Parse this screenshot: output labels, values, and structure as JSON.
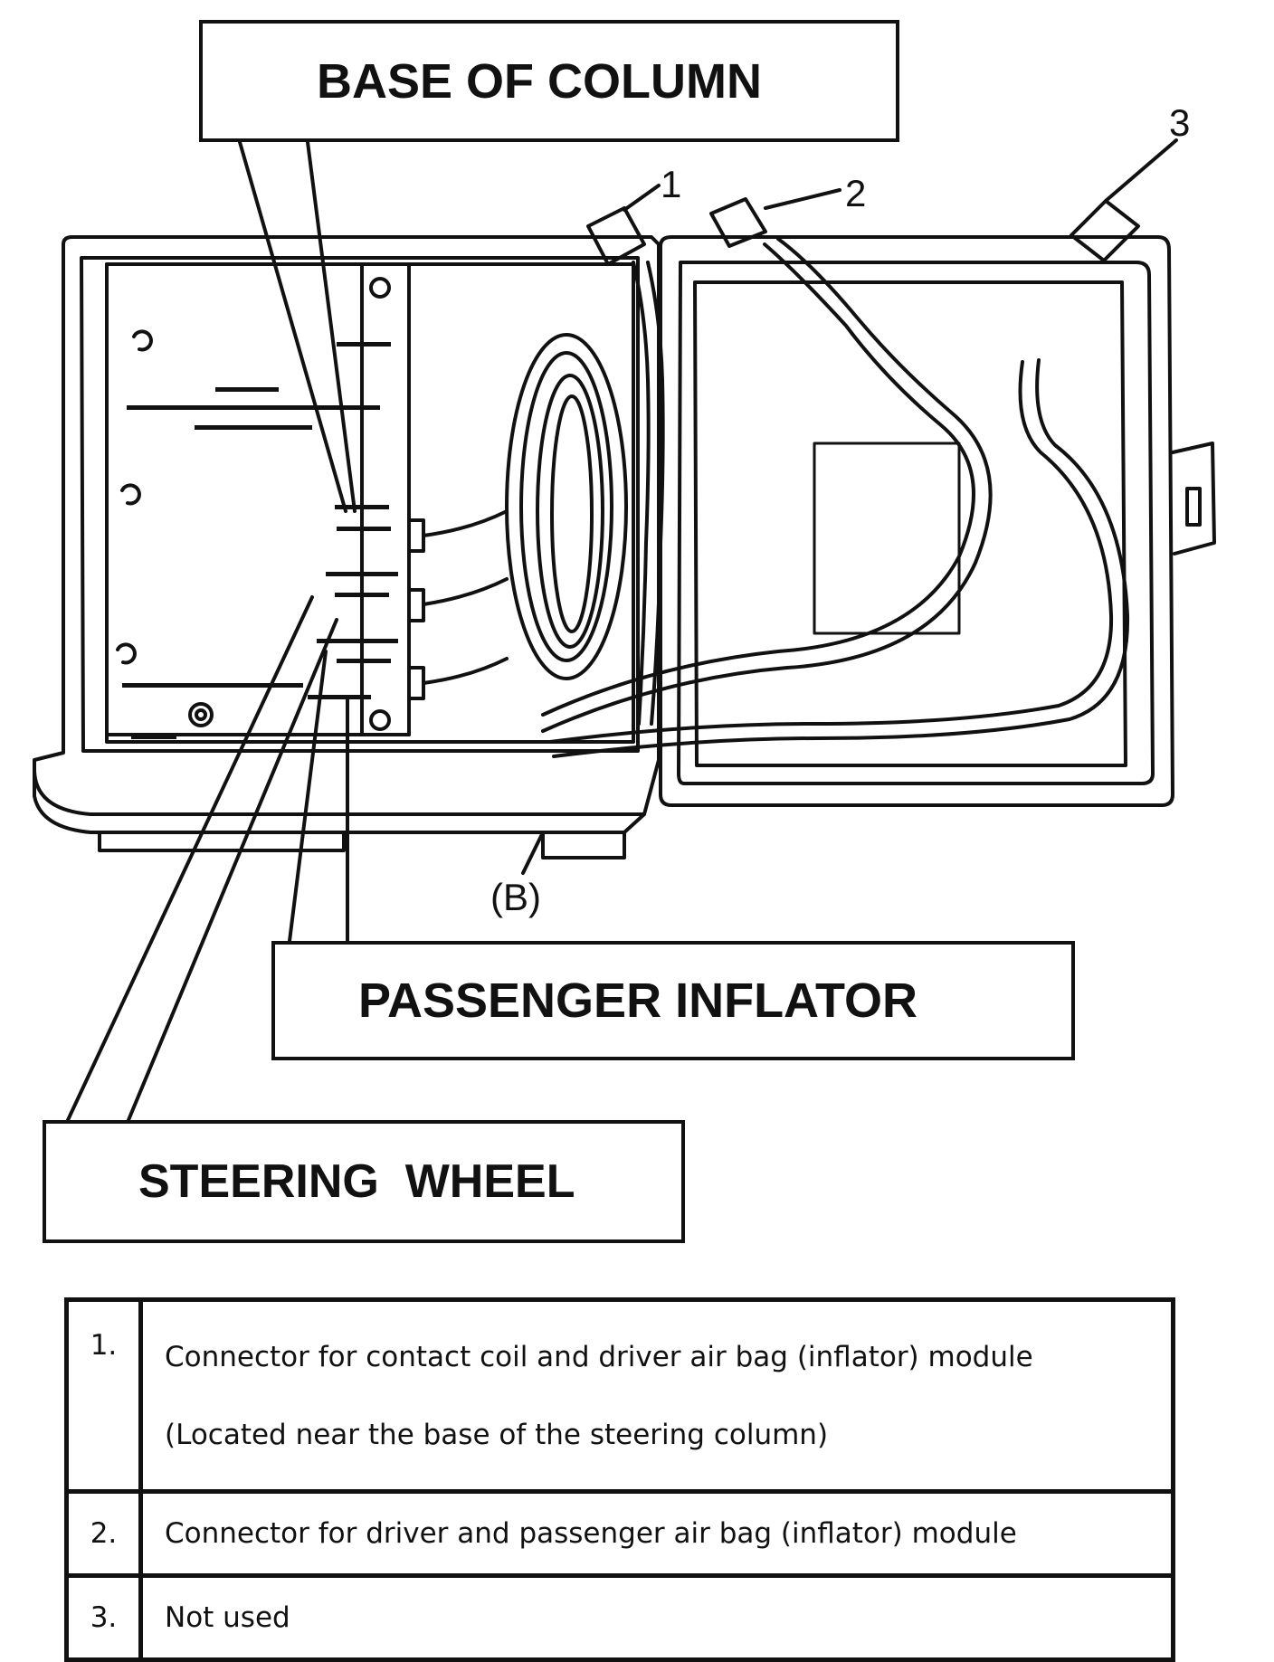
{
  "labels": {
    "base_of_column": "BASE OF COLUMN",
    "passenger_inflator": "PASSENGER INFLATOR",
    "steering_wheel": "STEERING  WHEEL",
    "connector_1": "1",
    "connector_2": "2",
    "connector_3": "3",
    "b_marker": "(B)"
  },
  "legend": [
    {
      "num": "1.",
      "lines": [
        "Connector for contact coil and driver air bag (inflator) module",
        "(Located near the base of the steering column)"
      ]
    },
    {
      "num": "2.",
      "lines": [
        "Connector for driver and passenger air bag (inflator) module"
      ]
    },
    {
      "num": "3.",
      "lines": [
        "Not used"
      ]
    }
  ]
}
